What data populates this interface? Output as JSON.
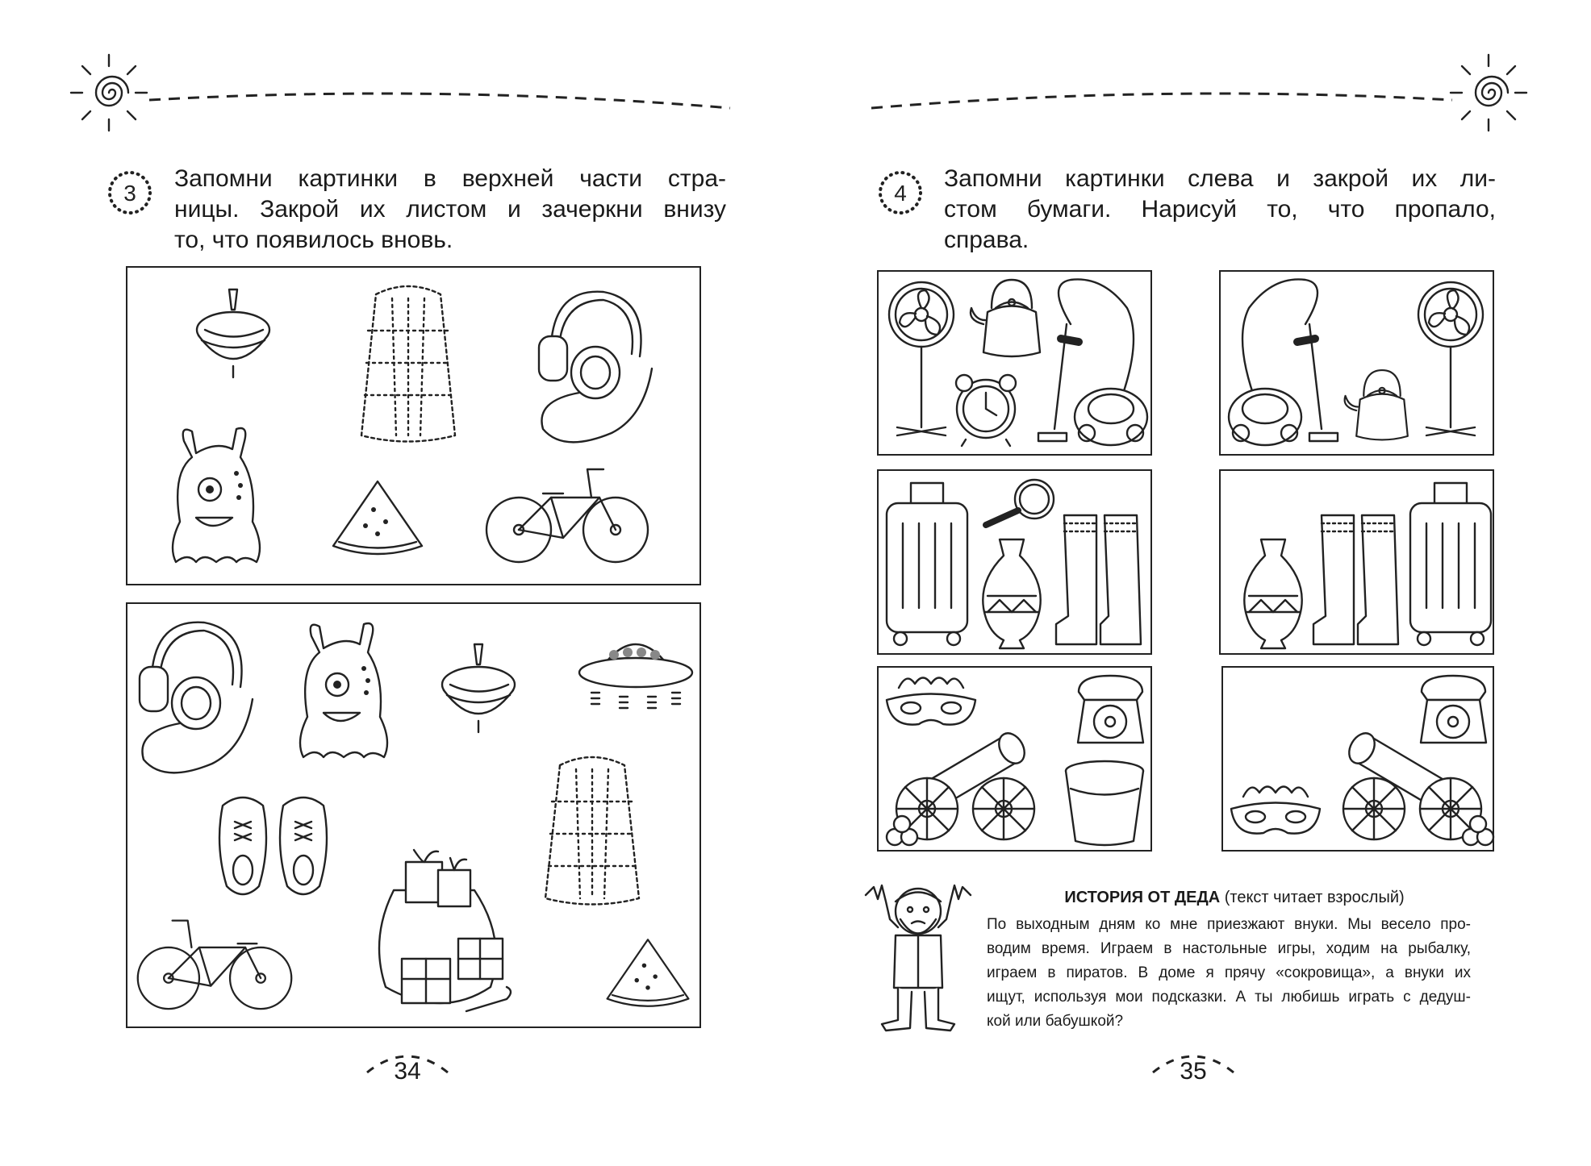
{
  "left_page": {
    "task_number": "3",
    "instruction_lines": [
      "Запомни картинки в верхней части стра-",
      "ницы. Закрой их листом и зачеркни внизу",
      "то, что появилось вновь."
    ],
    "page_number": "34",
    "top_panel_items": [
      "spinning-top-icon",
      "fur-coat-icon",
      "headphones-icon",
      "alien-icon",
      "watermelon-slice-icon",
      "bicycle-icon"
    ],
    "bottom_panel_items": [
      "headphones-icon",
      "alien-icon",
      "spinning-top-icon",
      "ufo-icon",
      "sneakers-icon",
      "fur-coat-icon",
      "gift-sack-icon",
      "bicycle-icon",
      "watermelon-slice-icon"
    ]
  },
  "right_page": {
    "task_number": "4",
    "instruction_lines": [
      "Запомни картинки слева и закрой их ли-",
      "стом бумаги. Нарисуй то, что пропало,",
      "справа."
    ],
    "page_number": "35",
    "rows": [
      {
        "left": [
          "fan-icon",
          "kettle-icon",
          "vacuum-cleaner-icon",
          "alarm-clock-icon"
        ],
        "right": [
          "vacuum-cleaner-icon",
          "fan-icon",
          "kettle-icon"
        ]
      },
      {
        "left": [
          "suitcase-icon",
          "magnifier-icon",
          "vase-icon",
          "boots-icon"
        ],
        "right": [
          "vase-icon",
          "boots-icon",
          "suitcase-icon"
        ]
      },
      {
        "left": [
          "carnival-mask-icon",
          "telephone-icon",
          "cannon-icon",
          "bucket-icon"
        ],
        "right": [
          "telephone-icon",
          "cannon-icon",
          "carnival-mask-icon"
        ]
      }
    ],
    "story": {
      "title_bold": "ИСТОРИЯ ОТ ДЕДА",
      "title_note": " (текст читает взрослый)",
      "lines": [
        "По выходным дням ко мне приезжают внуки. Мы весело про-",
        "водим время. Играем в настольные игры, ходим на рыбалку,",
        "играем в пиратов. В доме я прячу «сокровища», а внуки их",
        "ищут, используя мои подсказки. А ты любишь играть с дедуш-",
        "кой или бабушкой?"
      ]
    }
  }
}
